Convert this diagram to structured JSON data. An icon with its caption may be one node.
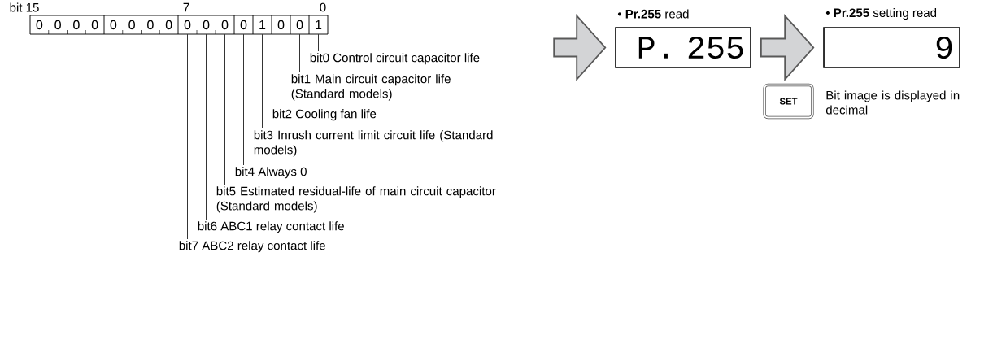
{
  "diagram": {
    "nodes": [
      {
        "text": [
          "0"
        ]
      },
      {
        "text": [
          "0"
        ]
      },
      {
        "text": [
          "0"
        ]
      },
      {
        "text": [
          "0"
        ]
      },
      {
        "text": [
          "0"
        ]
      },
      {
        "text": [
          "0"
        ]
      },
      {
        "text": [
          "0"
        ]
      },
      {
        "text": [
          "0"
        ]
      },
      {
        "text": [
          "0"
        ]
      },
      {
        "text": [
          "0"
        ]
      },
      {
        "text": [
          "0"
        ]
      },
      {
        "text": [
          "0"
        ]
      },
      {
        "text": [
          "1"
        ]
      },
      {
        "text": [
          "0"
        ]
      },
      {
        "text": [
          "0"
        ]
      },
      {
        "text": [
          "1"
        ]
      },
      {
        "text": [
          "bit0 Control circuit capacitor life"
        ]
      },
      {
        "text": [
          "bit1 Main circuit capacitor life (Standard models)"
        ]
      },
      {
        "text": [
          "bit2 Cooling fan life"
        ]
      },
      {
        "text": [
          "bit3 Inrush current limit circuit life (Standard models)"
        ]
      },
      {
        "text": [
          "bit4 Always 0"
        ]
      },
      {
        "text": [
          "bit5 Estimated residual-life of main circuit capacitor (Standard models)"
        ]
      },
      {
        "text": [
          "bit6 ABC1 relay contact life"
        ]
      },
      {
        "text": [
          "bit7 ABC2 relay contact life"
        ]
      },
      {
        "text": [
          "• **Pr.255** read",
          "P. 255"
        ]
      },
      {
        "text": [
          "• **Pr.255** setting read",
          "9"
        ]
      },
      {
        "text": [
          "SET"
        ],
        "beside": [
          "Bit image is displayed in decimal"
        ]
      }
    ],
    "edges": [
      {
        "from": 16,
        "to": 15,
        "arrow": "none"
      },
      {
        "from": 17,
        "to": 14,
        "arrow": "none"
      },
      {
        "from": 18,
        "to": 13,
        "arrow": "none"
      },
      {
        "from": 19,
        "to": 12,
        "arrow": "none"
      },
      {
        "from": 20,
        "to": 11,
        "arrow": "none"
      },
      {
        "from": 21,
        "to": 10,
        "arrow": "none"
      },
      {
        "from": 22,
        "to": 9,
        "arrow": "none"
      },
      {
        "from": 23,
        "to": 8,
        "arrow": "none"
      },
      {
        "from": null,
        "to": 24,
        "arrow": "to"
      },
      {
        "from": 24,
        "to": 25,
        "arrow": "to"
      }
    ],
    "labels": [
      "bit 15",
      "7",
      "0"
    ]
  }
}
